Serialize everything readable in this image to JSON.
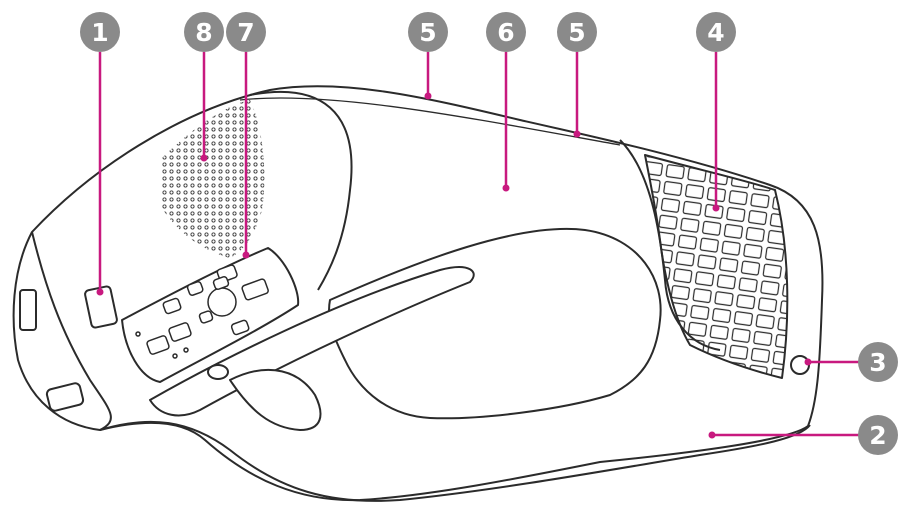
{
  "figure": {
    "accent_color": "#c8197f",
    "badge_color": "#8a8a8a",
    "outline_color": "#2b2b2b"
  },
  "callouts": [
    {
      "id": "c1",
      "number": "1"
    },
    {
      "id": "c8",
      "number": "8"
    },
    {
      "id": "c7",
      "number": "7"
    },
    {
      "id": "c5a",
      "number": "5"
    },
    {
      "id": "c6",
      "number": "6"
    },
    {
      "id": "c5b",
      "number": "5"
    },
    {
      "id": "c4",
      "number": "4"
    },
    {
      "id": "c3",
      "number": "3"
    },
    {
      "id": "c2",
      "number": "2"
    }
  ]
}
